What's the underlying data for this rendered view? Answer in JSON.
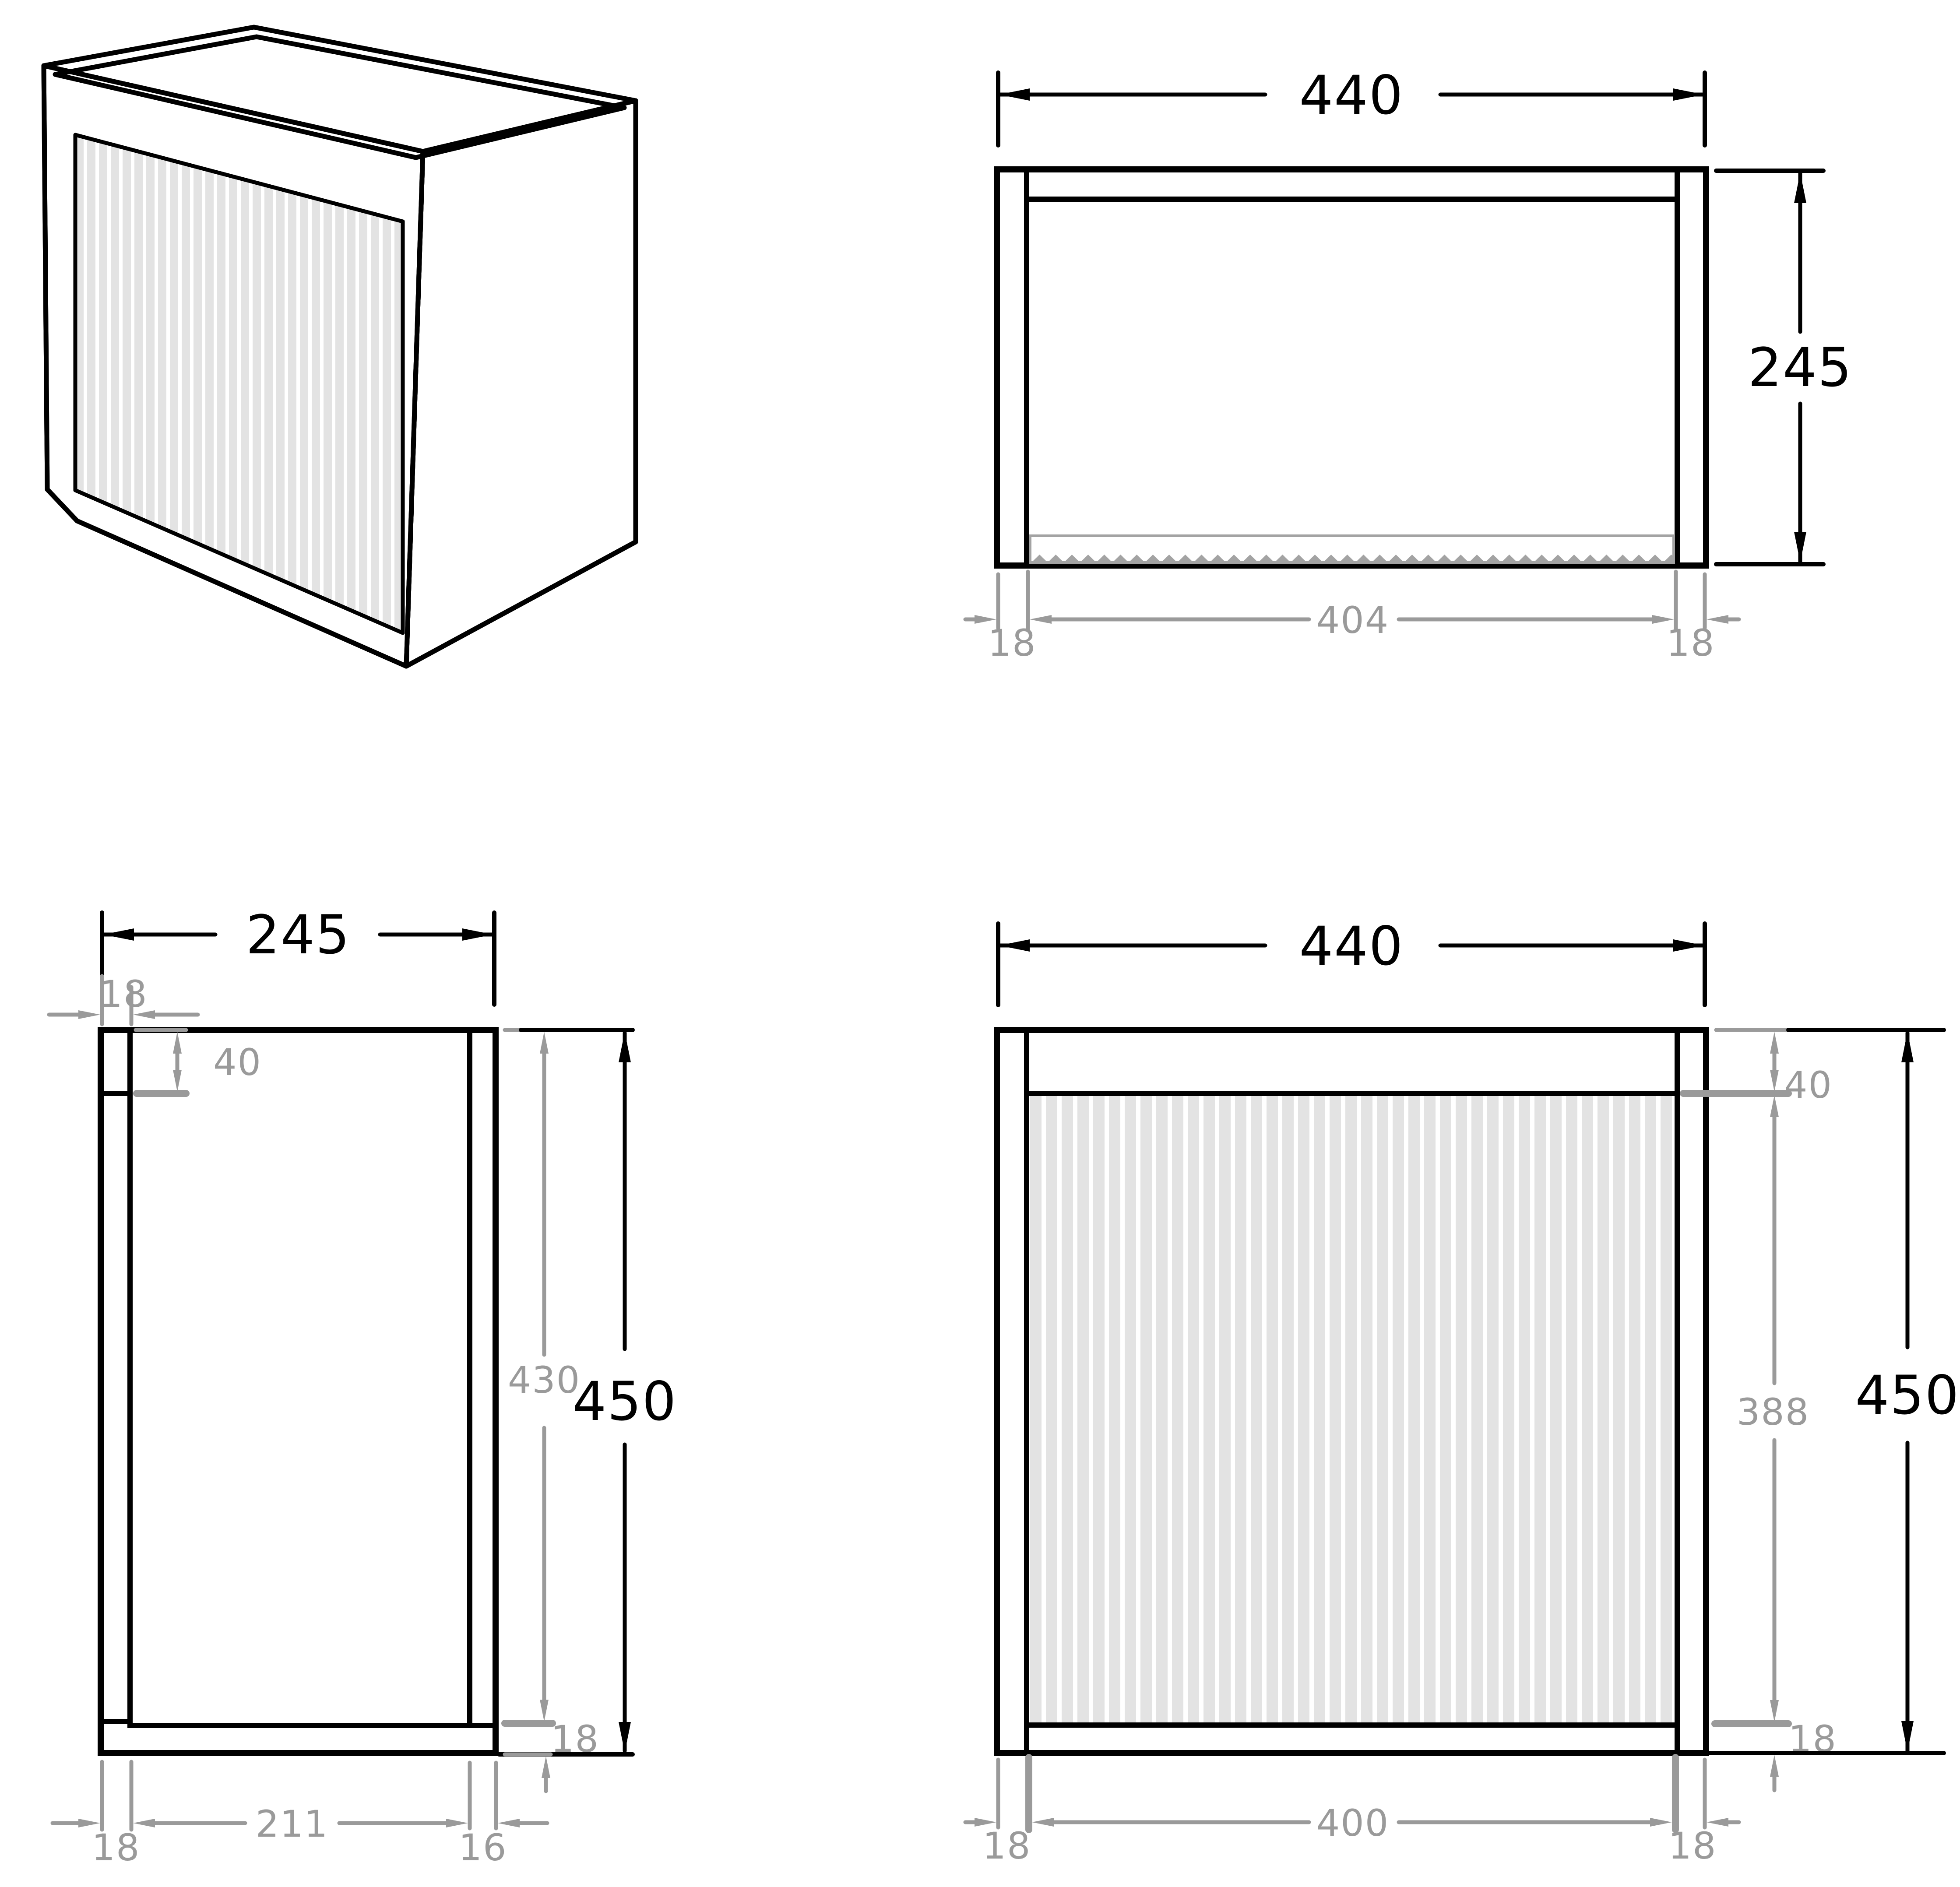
{
  "drawing_title": "cabinet-technical-drawing",
  "colors": {
    "line": "#000000",
    "dim": "#9a9a9a",
    "flute": "#e3e3e3",
    "tooth": "#a3a3a3"
  },
  "top_view": {
    "width": "440",
    "depth": "245",
    "wall_left": "18",
    "opening": "404",
    "wall_right": "18"
  },
  "side_view": {
    "depth": "245",
    "door_thickness": "18",
    "top_rail": "40",
    "door_height": "430",
    "height": "450",
    "bottom_panel": "18",
    "front_thickness": "18",
    "interior_depth": "211",
    "back_panel": "16"
  },
  "front_view": {
    "width": "440",
    "top_rail": "40",
    "flute_height": "388",
    "height": "450",
    "bottom_panel": "18",
    "gap_left": "18",
    "door_width": "400",
    "gap_right": "18"
  }
}
